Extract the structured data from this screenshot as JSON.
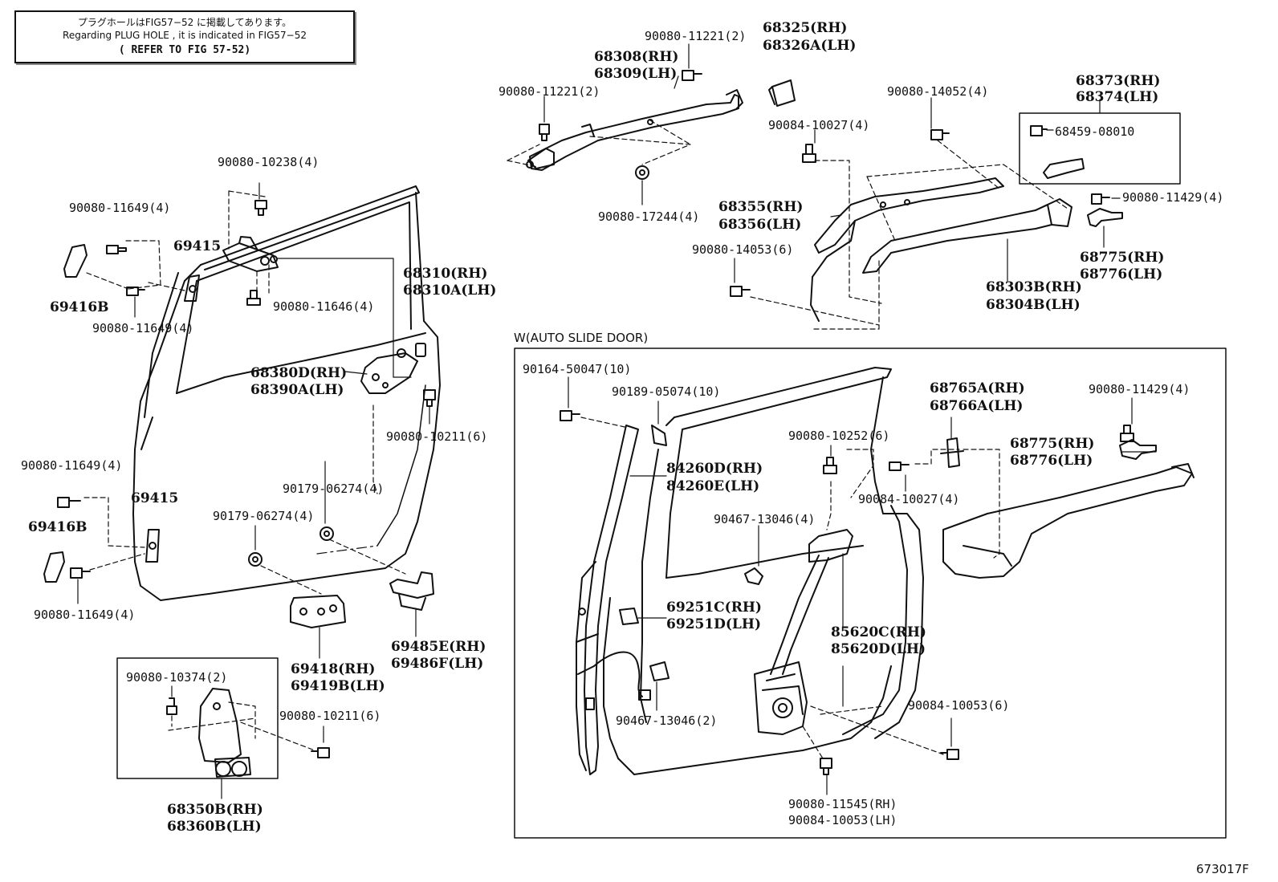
{
  "note": {
    "line_jp": "プラグホールはFIG57−52 に掲載してあります。",
    "line_en": "Regarding  PLUG HOLE , it is indicated  in  FIG57−52",
    "line_ref": "( REFER TO FIG 57-52)"
  },
  "section_title": "W(AUTO SLIDE DOOR)",
  "figure_number": "673017F",
  "parts": {
    "p1": "90080-11221(2)",
    "p2a": "68325(RH)",
    "p2b": "68326A(LH)",
    "p3a": "68308(RH)",
    "p3b": "68309(LH)",
    "p4": "90080-11221(2)",
    "p5": "90080-17244(4)",
    "p6": "90080-14052(4)",
    "p7a": "68373(RH)",
    "p7b": "68374(LH)",
    "p8": "68459-08010",
    "p9": "90084-10027(4)",
    "p10": "90080-11429(4)",
    "p11a": "68355(RH)",
    "p11b": "68356(LH)",
    "p12": "90080-14053(6)",
    "p13a": "68775(RH)",
    "p13b": "68776(LH)",
    "p14a": "68303B(RH)",
    "p14b": "68304B(LH)",
    "p15": "90080-10238(4)",
    "p16": "90080-11649(4)",
    "p17": "69415",
    "p18a": "68310(RH)",
    "p18b": "68310A(LH)",
    "p19": "69416B",
    "p20": "90080-11646(4)",
    "p21": "90080-11649(4)",
    "p22a": "68380D(RH)",
    "p22b": "68390A(LH)",
    "p23": "90080-10211(6)",
    "p24": "90080-11649(4)",
    "p25": "90179-06274(4)",
    "p26": "69415",
    "p27": "90179-06274(4)",
    "p28": "69416B",
    "p29": "90080-11649(4)",
    "p30a": "69485E(RH)",
    "p30b": "69486F(LH)",
    "p31a": "69418(RH)",
    "p31b": "69419B(LH)",
    "p32": "90080-10374(2)",
    "p33": "90080-10211(6)",
    "p34a": "68350B(RH)",
    "p34b": "68360B(LH)",
    "q1": "90164-50047(10)",
    "q2": "90189-05074(10)",
    "q3a": "68765A(RH)",
    "q3b": "68766A(LH)",
    "q4": "90080-11429(4)",
    "q5": "90080-10252(6)",
    "q6a": "68775(RH)",
    "q6b": "68776(LH)",
    "q7a": "84260D(RH)",
    "q7b": "84260E(LH)",
    "q8": "90084-10027(4)",
    "q9": "90467-13046(4)",
    "q10a": "69251C(RH)",
    "q10b": "69251D(LH)",
    "q11a": "85620C(RH)",
    "q11b": "85620D(LH)",
    "q12": "90467-13046(2)",
    "q13": "90084-10053(6)",
    "q14a": "90080-11545(RH)",
    "q14b": "90084-10053(LH)"
  }
}
